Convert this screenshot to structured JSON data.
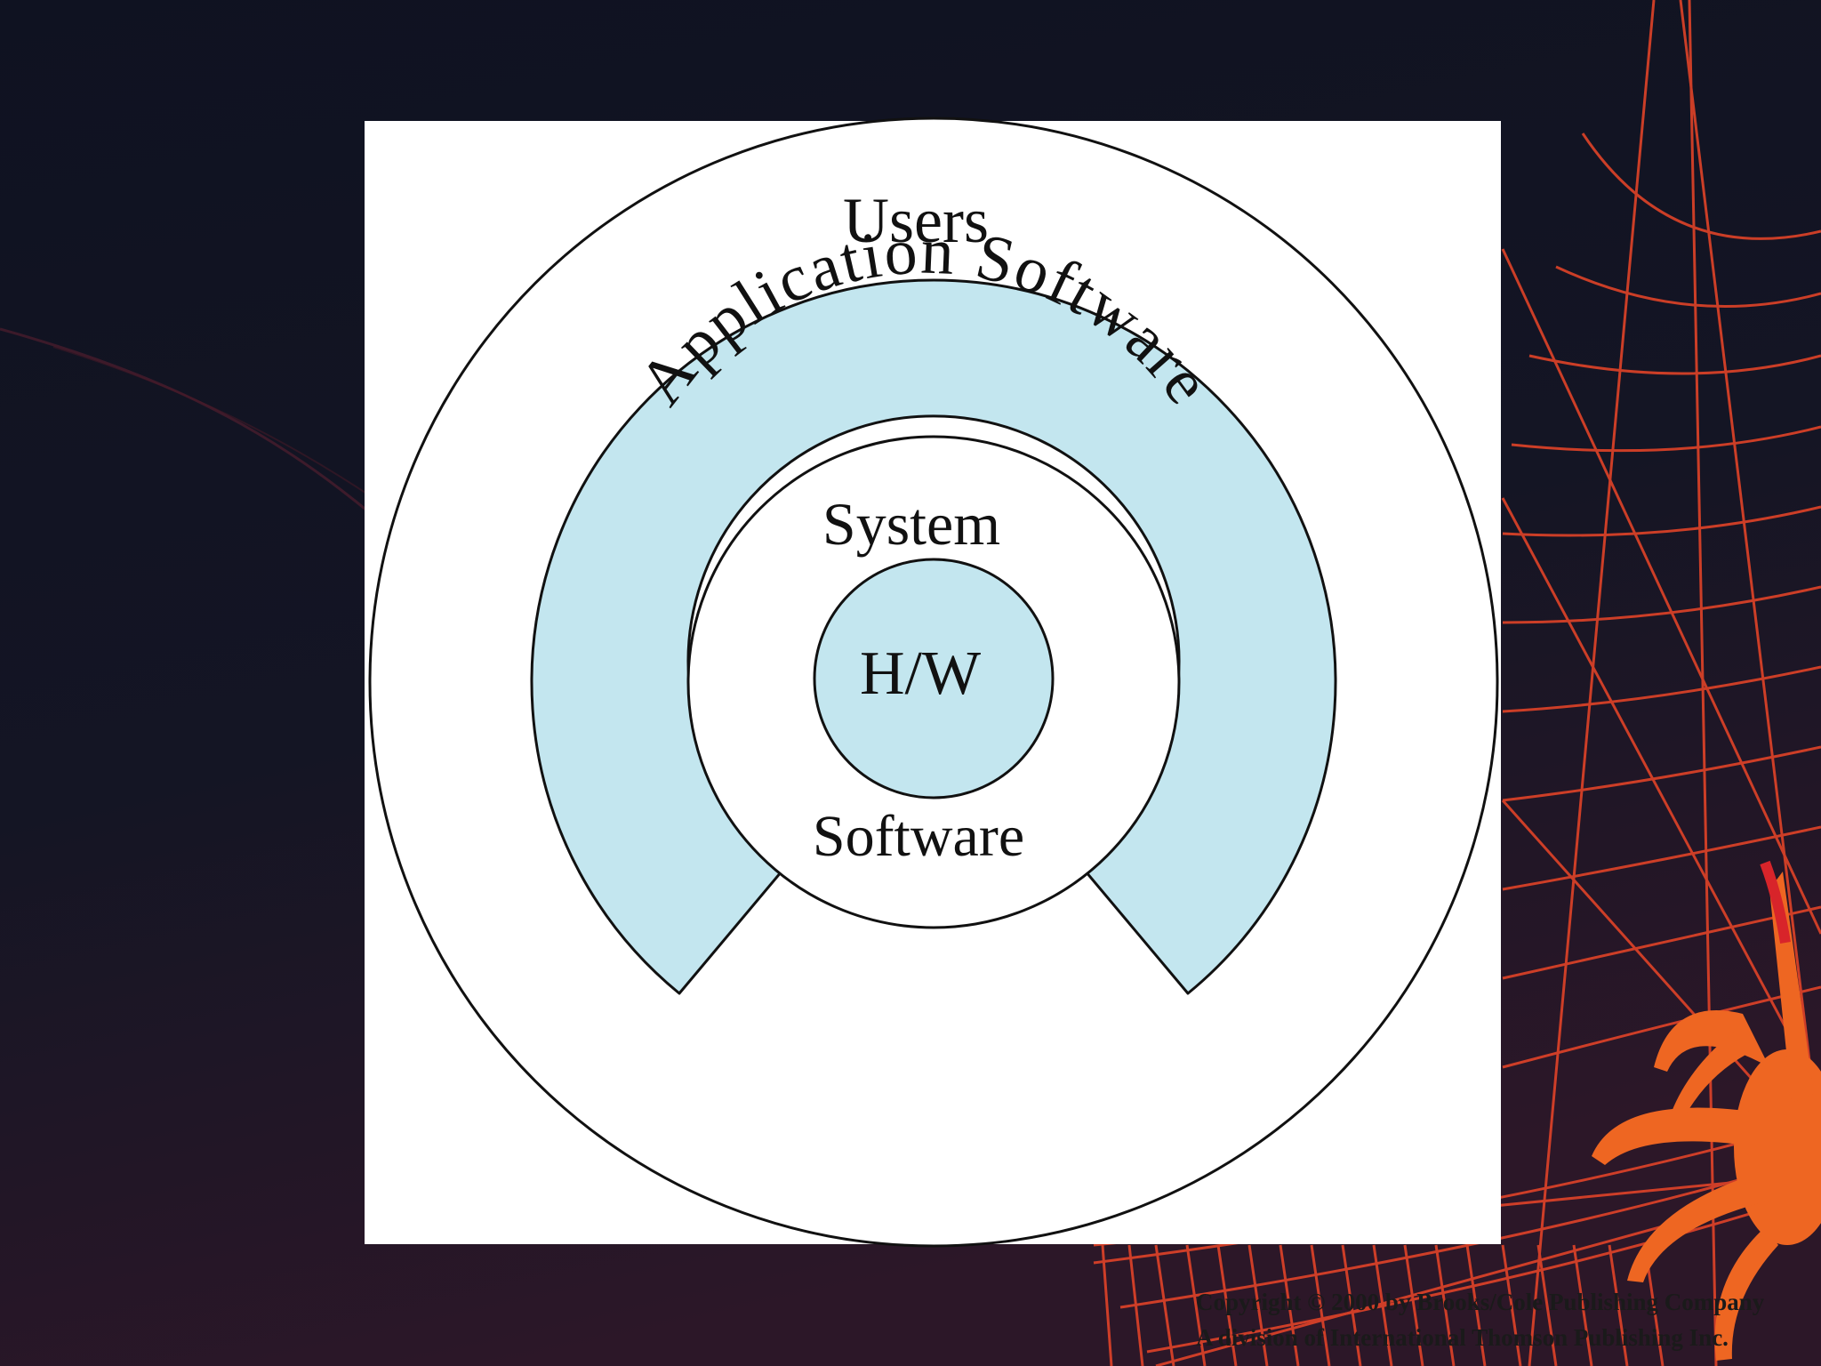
{
  "diagram": {
    "labels": {
      "outer": "Users",
      "middle": "Application Software",
      "inner_top": "System",
      "inner_bottom": "Software",
      "core": "H/W"
    }
  },
  "footer": {
    "copyright_line1": "Copyright © 2000 by Brooks/Cole Publishing Company",
    "copyright_line2": "A division of International Thomson Publishing Inc."
  },
  "colors": {
    "background": "#11131f",
    "panel": "#ffffff",
    "ring_fill": "#c3e6ef",
    "web": "#e8402a",
    "spider": "#f06a24"
  }
}
